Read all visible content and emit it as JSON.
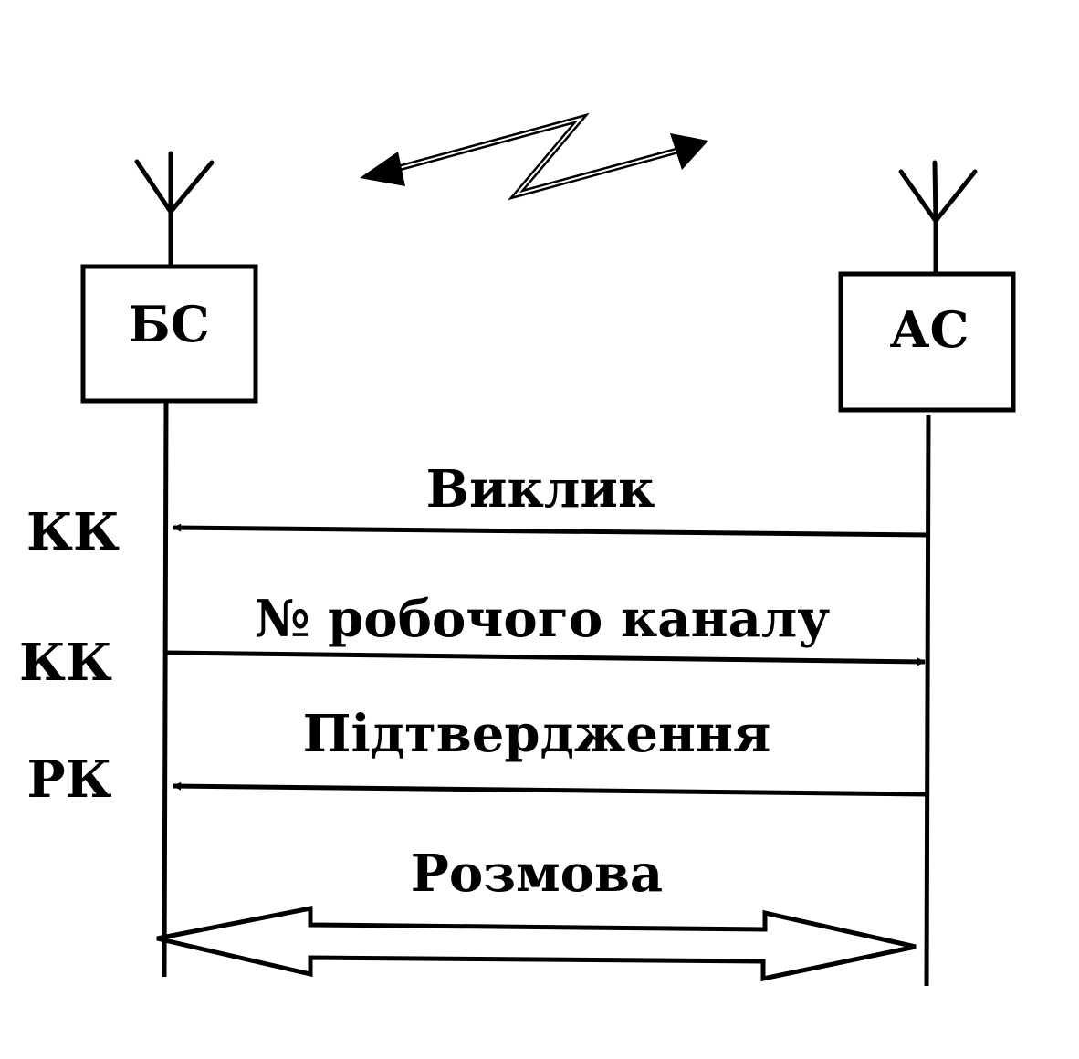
{
  "nodes": {
    "base_station": {
      "label": "БС"
    },
    "mobile_station": {
      "label": "АС"
    }
  },
  "side_labels": [
    "КК",
    "КК",
    "РК"
  ],
  "messages": [
    {
      "label": "Виклик",
      "direction": "mobile-to-base"
    },
    {
      "label": "№ робочого каналу",
      "direction": "base-to-mobile"
    },
    {
      "label": "Підтвердження",
      "direction": "mobile-to-base"
    },
    {
      "label": "Розмова",
      "direction": "bidirectional"
    }
  ],
  "icons": {
    "antenna": "antenna-icon",
    "radio_link": "radio-link-icon",
    "two_way_channel": "bidirectional-channel-arrow"
  },
  "colors": {
    "ink": "#000000",
    "paper": "#ffffff"
  }
}
